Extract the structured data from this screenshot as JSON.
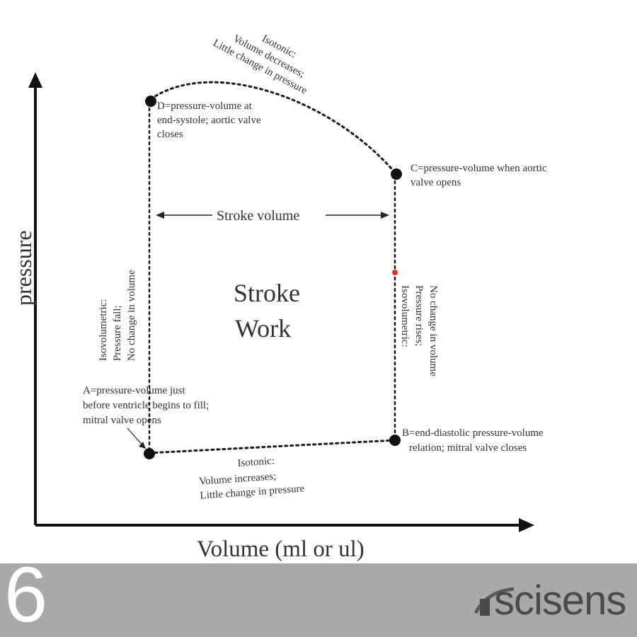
{
  "axes": {
    "y_label": "pressure",
    "x_label": "Volume (ml or ul)"
  },
  "center_label": [
    "Stroke",
    "Work"
  ],
  "stroke_volume_label": "Stroke volume",
  "points": {
    "A": [
      "A=pressure-volume just",
      "before ventricle begins to fill;",
      "mitral valve opens"
    ],
    "B": [
      "B=end-diastolic pressure-volume",
      "relation; mitral valve closes"
    ],
    "C": [
      "C=pressure-volume when aortic",
      "valve opens"
    ],
    "D": [
      "D=pressure-volume at",
      "end-systole; aortic valve",
      "closes"
    ]
  },
  "phases": {
    "top": [
      "Isotonic:",
      "Volume decreases;",
      "Little change in pressure"
    ],
    "bottom": [
      "Isotonic:",
      "Volume increases;",
      "Little change in pressure"
    ],
    "left": [
      "Isovolumetric:",
      "Pressure fall;",
      "No change in volume"
    ],
    "right": [
      "Isovolumetric:",
      "Pressure rises;",
      "No change in volume"
    ]
  },
  "footer": {
    "slide_number": "6",
    "logo_text_a": "sci",
    "logo_text_b": "sens"
  },
  "colors": {
    "line": "#1a1a1a",
    "marker": "#e03030",
    "footer_bg": "#a9a9a9"
  }
}
